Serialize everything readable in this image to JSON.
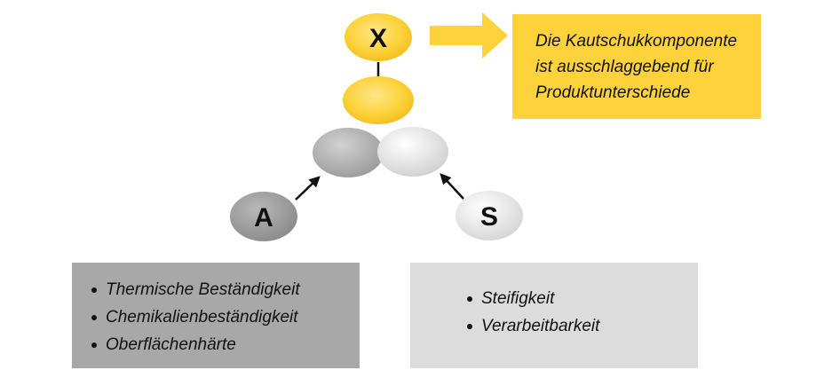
{
  "colors": {
    "yellow": "#fdd23a",
    "yellow_dark": "#f2bc1e",
    "box_a_bg": "#a8a8a8",
    "box_s_bg": "#dcdcdc",
    "node_a_fill": "#a0a0a0",
    "node_s_fill": "#ececec",
    "center_gray": "#b4b4b4",
    "center_light": "#e2e2e2",
    "arrow": "#111111"
  },
  "nodes": {
    "x": {
      "label": "X"
    },
    "a": {
      "label": "A"
    },
    "s": {
      "label": "S"
    }
  },
  "callout": {
    "lines": [
      "Die Kautschukkomponente",
      "ist ausschlaggebend für",
      "Produktunterschiede"
    ]
  },
  "box_a": {
    "items": [
      "Thermische Beständigkeit",
      "Chemikalienbeständigkeit",
      "Oberflächenhärte"
    ]
  },
  "box_s": {
    "items": [
      "Steifigkeit",
      "Verarbeitbarkeit"
    ]
  }
}
